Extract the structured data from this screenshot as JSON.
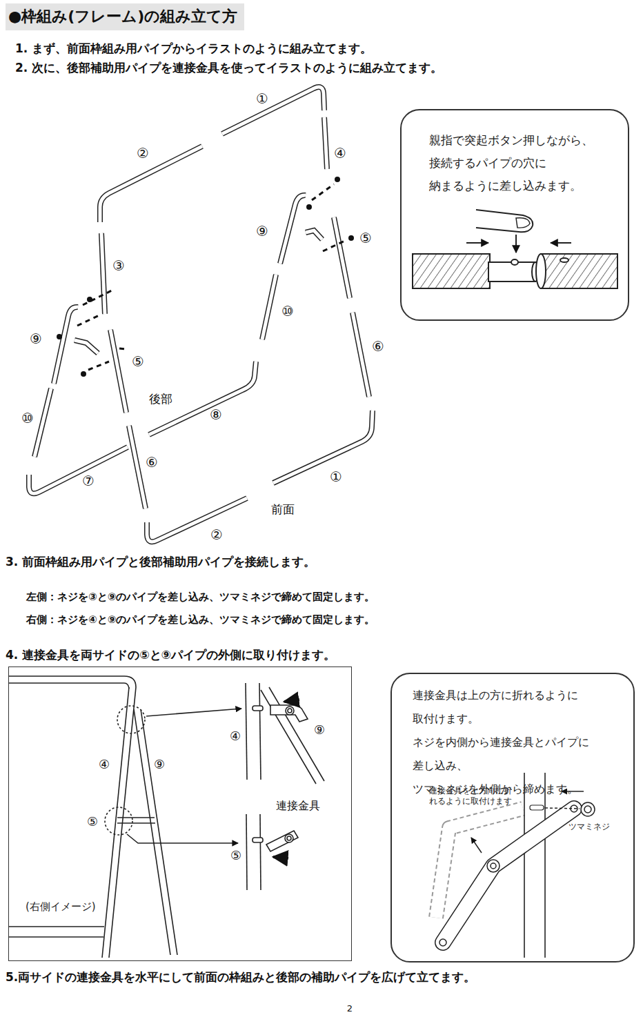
{
  "diagram": {
    "title": "●枠組み(フレーム)の組み立て方",
    "nodes": [
      {
        "text": [
          "親指で突起ボタン押しながら、 接続するパイプの穴に 納まるように差し込みます。"
        ]
      },
      {
        "text": [
          "(右側イメージ)"
        ]
      },
      {
        "text": [
          "連接金具は上の方に折れるように 取付けます。 ネジを内側から連接金具とパイプに 差し込み、ツマミネジを外側から締めます。",
          "連接金具を上方向に折 れるように取付けます",
          "ツマミネジ"
        ]
      }
    ],
    "labels": [
      "1. まず、前面枠組み用パイプからイラストのように組み立てます。",
      "2. 次に、後部補助用パイプを連接金具を使ってイラストのように組み立てます。",
      "①",
      "②",
      "④",
      "⑨",
      "⑤",
      "③",
      "⑩",
      "⑨",
      "⑤",
      "⑥",
      "後部",
      "⑧",
      "⑩",
      "⑦",
      "⑥",
      "①",
      "前面",
      "②",
      "3. 前面枠組み用パイプと後部補助用パイプを接続します。",
      "左側：ネジを③と⑨のパイプを差し込み、ツマミネジで締めて固定します。",
      "右側：ネジを④と⑨のパイプを差し込み、ツマミネジで締めて固定します。",
      "4. 連接金具を両サイドの⑤と⑨パイプの外側に取り付けます。",
      "④",
      "⑨",
      "⑤",
      "④",
      "⑨",
      "連接金具",
      "⑤",
      "5.両サイドの連接金具を水平にして前面の枠組みと後部の補助パイプを広げて立てます。",
      "2"
    ]
  }
}
